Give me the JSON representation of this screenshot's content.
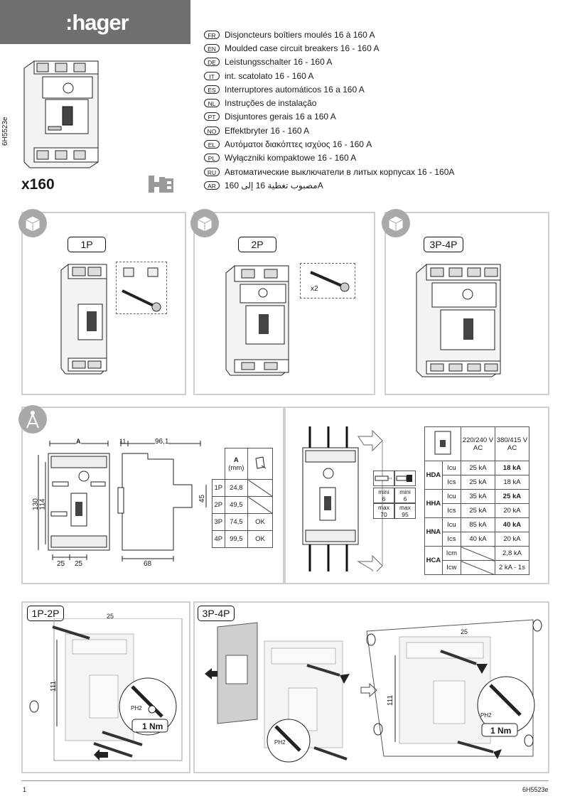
{
  "brand": {
    "logo_text": ":hager"
  },
  "languages": [
    {
      "code": "FR",
      "text": "Disjoncteurs boîtiers moulés 16 à 160 A"
    },
    {
      "code": "EN",
      "text": "Moulded case circuit breakers 16 - 160 A"
    },
    {
      "code": "DE",
      "text": "Leistungsschalter 16 - 160 A"
    },
    {
      "code": "IT",
      "text": "int. scatolato 16 - 160 A"
    },
    {
      "code": "ES",
      "text": "Interruptores automáticos 16 a 160 A"
    },
    {
      "code": "NL",
      "text": "Instruções de instalação"
    },
    {
      "code": "PT",
      "text": "Disjuntores gerais 16 a 160 A"
    },
    {
      "code": "NO",
      "text": "Effektbryter 16 - 160 A"
    },
    {
      "code": "EL",
      "text": "Αυτόματοι διακόπτες ισχύος 16 - 160 A"
    },
    {
      "code": "PL",
      "text": "Wyłączniki kompaktowe 16 - 160 A"
    },
    {
      "code": "RU",
      "text": "Автоматические выключатели в литых корпусах 16 - 160A"
    },
    {
      "code": "AR",
      "text": "مصبوب تغطية 16 إلى 160A"
    }
  ],
  "doc_ref": "6H5523e",
  "model": "x160",
  "mark": "h3",
  "poles": {
    "p1": "1P",
    "p2": "2P",
    "p34": "3P-4P"
  },
  "qty_x2": "x2",
  "dims": {
    "A": "A",
    "d11": "11",
    "d96": "96,1",
    "d130": "130",
    "d114": "114",
    "d25a": "25",
    "d25b": "25",
    "d45": "45",
    "d68": "68"
  },
  "a_table": {
    "header_a": "A",
    "header_unit": "(mm)",
    "rows": [
      {
        "p": "1P",
        "a": "24,8",
        "ok": ""
      },
      {
        "p": "2P",
        "a": "49,5",
        "ok": ""
      },
      {
        "p": "3P",
        "a": "74,5",
        "ok": "OK"
      },
      {
        "p": "4P",
        "a": "99,5",
        "ok": "OK"
      }
    ]
  },
  "cable": {
    "mini": "mini",
    "mini1": "6",
    "mini2": "6",
    "max": "max",
    "max1": "70",
    "max2": "95"
  },
  "perf": {
    "col1": "220/240 V",
    "col1b": "AC",
    "col2": "380/415 V",
    "col2b": "AC",
    "rows": [
      {
        "g": "HDA",
        "k": "Icu",
        "v1": "25 kA",
        "v2": "18 kA"
      },
      {
        "g": "",
        "k": "Ics",
        "v1": "25 kA",
        "v2": "18 kA"
      },
      {
        "g": "HHA",
        "k": "Icu",
        "v1": "35 kA",
        "v2": "25 kA"
      },
      {
        "g": "",
        "k": "Ics",
        "v1": "25 kA",
        "v2": "20 kA"
      },
      {
        "g": "HNA",
        "k": "Icu",
        "v1": "85 kA",
        "v2": "40 kA"
      },
      {
        "g": "",
        "k": "Ics",
        "v1": "40 kA",
        "v2": "20 kA"
      },
      {
        "g": "HCA",
        "k": "Icm",
        "v1": "",
        "v2": "2,8 kA"
      },
      {
        "g": "",
        "k": "Icw",
        "v1": "",
        "v2": "2 kA - 1s"
      }
    ]
  },
  "mount": {
    "left_tag": "1P-2P",
    "right_tag": "3P-4P",
    "d25": "25",
    "d111": "111",
    "ph2": "PH2",
    "torque": "1 Nm"
  },
  "footer": {
    "page": "1",
    "ref": "6H5523e"
  }
}
